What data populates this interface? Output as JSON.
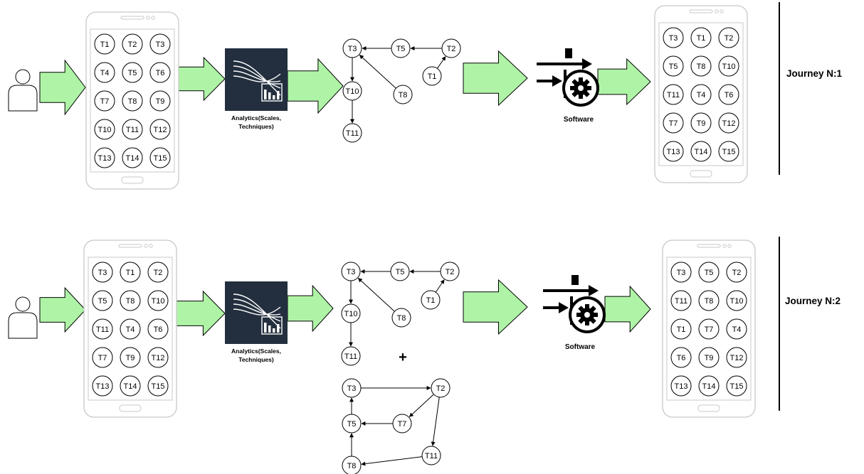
{
  "colors": {
    "arrow_fill": "#aff4a6",
    "arrow_stroke": "#000000",
    "phone_stroke": "#c8c8c8",
    "analytics_bg": "#232f3e",
    "node_stroke": "#000000"
  },
  "icons": {
    "user": "user-icon",
    "analytics": "analytics-icon",
    "software": "software-icon"
  },
  "journeys": [
    {
      "label": "Journey N:1",
      "input_phone": [
        "T1",
        "T2",
        "T3",
        "T4",
        "T5",
        "T6",
        "T7",
        "T8",
        "T9",
        "T10",
        "T11",
        "T12",
        "T13",
        "T14",
        "T15"
      ],
      "analytics_label_line1": "Analytics(Scales,",
      "analytics_label_line2": "Techniques)",
      "graph_a": {
        "nodes": [
          "T3",
          "T5",
          "T2",
          "T1",
          "T10",
          "T8",
          "T11"
        ],
        "edges": [
          [
            "T5",
            "T3"
          ],
          [
            "T2",
            "T5"
          ],
          [
            "T1",
            "T2"
          ],
          [
            "T3",
            "T10"
          ],
          [
            "T8",
            "T3"
          ],
          [
            "T10",
            "T11"
          ]
        ]
      },
      "software_label": "Software",
      "output_phone": [
        "T3",
        "T1",
        "T2",
        "T5",
        "T8",
        "T10",
        "T11",
        "T4",
        "T6",
        "T7",
        "T9",
        "T12",
        "T13",
        "T14",
        "T15"
      ]
    },
    {
      "label": "Journey N:2",
      "input_phone": [
        "T3",
        "T1",
        "T2",
        "T5",
        "T8",
        "T10",
        "T11",
        "T4",
        "T6",
        "T7",
        "T9",
        "T12",
        "T13",
        "T14",
        "T15"
      ],
      "analytics_label_line1": "Analytics(Scales,",
      "analytics_label_line2": "Techniques)",
      "graph_a": {
        "nodes": [
          "T3",
          "T5",
          "T2",
          "T1",
          "T10",
          "T8",
          "T11"
        ],
        "edges": [
          [
            "T5",
            "T3"
          ],
          [
            "T2",
            "T5"
          ],
          [
            "T1",
            "T2"
          ],
          [
            "T3",
            "T10"
          ],
          [
            "T8",
            "T3"
          ],
          [
            "T10",
            "T11"
          ]
        ]
      },
      "combine_symbol": "+",
      "graph_b": {
        "nodes": [
          "T3",
          "T2",
          "T7",
          "T5",
          "T11",
          "T8"
        ],
        "edges": [
          [
            "T3",
            "T2"
          ],
          [
            "T2",
            "T7"
          ],
          [
            "T7",
            "T5"
          ],
          [
            "T2",
            "T11"
          ],
          [
            "T11",
            "T8"
          ],
          [
            "T8",
            "T5"
          ],
          [
            "T5",
            "T3"
          ]
        ]
      },
      "software_label": "Software",
      "output_phone": [
        "T3",
        "T5",
        "T2",
        "T11",
        "T8",
        "T10",
        "T1",
        "T7",
        "T4",
        "T6",
        "T9",
        "T12",
        "T13",
        "T14",
        "T15"
      ]
    }
  ]
}
